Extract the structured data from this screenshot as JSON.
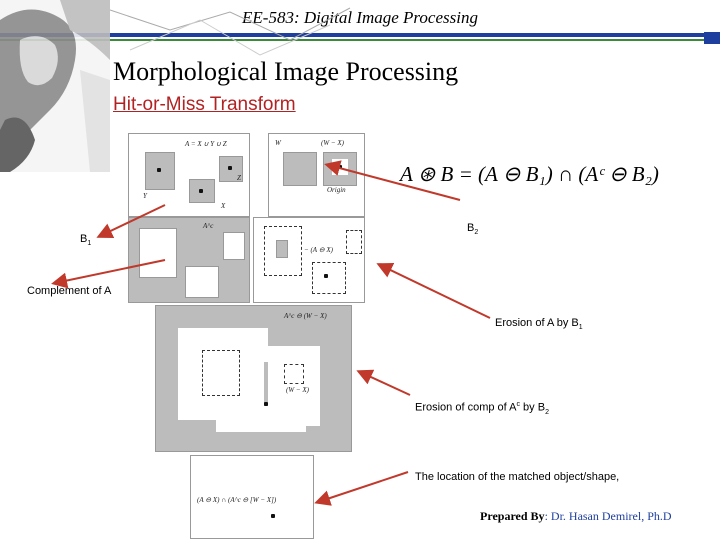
{
  "header": {
    "course": "EE-583: Digital Image Processing"
  },
  "slide": {
    "title": "Morphological Image  Processing",
    "subtitle": "Hit-or-Miss Transform"
  },
  "annotations": {
    "b1": "B",
    "b1_sub": "1",
    "b2": "B",
    "b2_sub": "2",
    "complement": "Complement of A",
    "erosion_a": "Erosion of A by B",
    "erosion_a_sub": "1",
    "erosion_comp_pre": "Erosion of comp of A",
    "erosion_comp_sup": "c",
    "erosion_comp_post": " by B",
    "erosion_comp_sub": "2",
    "location": "The location of the matched object/shape,"
  },
  "figure_labels": {
    "a_union": "A = X ∪ Y ∪ Z",
    "w": "W",
    "w_minus_x": "(W − X)",
    "origin": "Origin",
    "x": "X",
    "y": "Y",
    "z": "Z",
    "ac": "A^c",
    "ac_minus": "− (A ⊖ X)",
    "ac_erosion": "A^c ⊖ (W − X)",
    "wx_inner": "(W − X)",
    "intersection": "(A ⊖ X) ∩ (A^c ⊖ [W − X])"
  },
  "formula": {
    "text": "A ⊛ B = (A ⊖ B₁) ∩ (Aᶜ ⊖ B₂)"
  },
  "footer": {
    "prepared_by_label": "Prepared By",
    "author": ": Dr. Hasan Demirel, Ph.D"
  },
  "colors": {
    "accent_blue": "#1f3f9f",
    "accent_green": "#3a8a3a",
    "arrow_red": "#c0392b",
    "subtitle_red": "#b22222"
  }
}
